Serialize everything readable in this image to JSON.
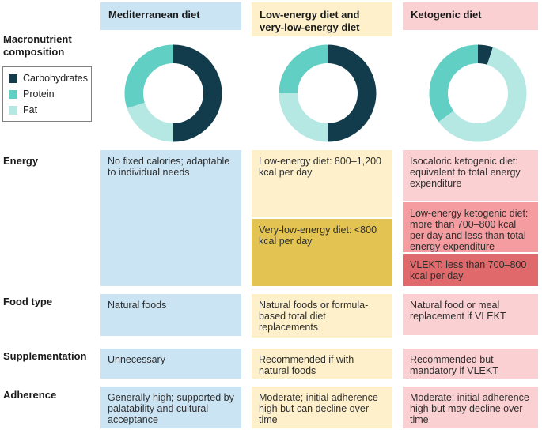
{
  "palette": {
    "column_blue": "#cbe4f4",
    "column_yellow": "#fdf0ca",
    "column_yellow_dark": "#e3c453",
    "column_pink": "#fbd0d2",
    "column_pink_mid": "#f49c9f",
    "column_pink_dark": "#e0696c",
    "carbohydrates": "#123c4c",
    "protein": "#62cfc4",
    "fat": "#b6e8e3",
    "legend_border": "#808080"
  },
  "row_labels": {
    "macronutrient": "Macronutrient composition",
    "energy": "Energy",
    "food_type": "Food type",
    "supplementation": "Supplementation",
    "adherence": "Adherence"
  },
  "legend": {
    "items": [
      {
        "label": "Carbohydrates"
      },
      {
        "label": "Protein"
      },
      {
        "label": "Fat"
      }
    ]
  },
  "columns": [
    {
      "header": "Mediterranean diet",
      "energy_cells": [
        {
          "text": "No fixed calories; adaptable to individual needs"
        }
      ],
      "food_type": "Natural foods",
      "supplementation": "Unnecessary",
      "adherence": "Generally high; supported by palatability and cultural acceptance"
    },
    {
      "header": "Low-energy diet and very-low-energy diet",
      "energy_cells": [
        {
          "text": "Low-energy diet: 800–1,200 kcal per day"
        },
        {
          "text": "Very-low-energy diet: <800 kcal per day"
        }
      ],
      "food_type": "Natural foods or formula-based total diet replacements",
      "supplementation": "Recommended if with natural foods",
      "adherence": "Moderate; initial adherence high but can decline over time"
    },
    {
      "header": "Ketogenic diet",
      "energy_cells": [
        {
          "text": "Isocaloric ketogenic diet: equivalent to total energy expenditure"
        },
        {
          "text": "Low-energy ketogenic diet: more than 700–800 kcal per day and less than total energy expenditure"
        },
        {
          "text": "VLEKT: less than 700–800 kcal per day"
        }
      ],
      "food_type": "Natural food or meal replacement if VLEKT",
      "supplementation": "Recommended but mandatory if VLEKT",
      "adherence": "Moderate; initial adherence high but may decline over time"
    }
  ],
  "chart_data": [
    {
      "type": "pie",
      "donut": true,
      "title": "Mediterranean diet",
      "labels": [
        "Carbohydrates",
        "Fat",
        "Protein"
      ],
      "values": [
        50,
        20,
        30
      ],
      "unit": "percent",
      "start_angle_deg": 0,
      "direction": "clockwise",
      "legend_position": "left"
    },
    {
      "type": "pie",
      "donut": true,
      "title": "Low-energy diet and very-low-energy diet",
      "labels": [
        "Carbohydrates",
        "Fat",
        "Protein"
      ],
      "values": [
        50,
        25,
        25
      ],
      "unit": "percent",
      "start_angle_deg": 0,
      "direction": "clockwise",
      "legend_position": "left"
    },
    {
      "type": "pie",
      "donut": true,
      "title": "Ketogenic diet",
      "labels": [
        "Carbohydrates",
        "Fat",
        "Protein"
      ],
      "values": [
        5,
        60,
        35
      ],
      "unit": "percent",
      "start_angle_deg": 0,
      "direction": "clockwise",
      "legend_position": "left"
    }
  ]
}
